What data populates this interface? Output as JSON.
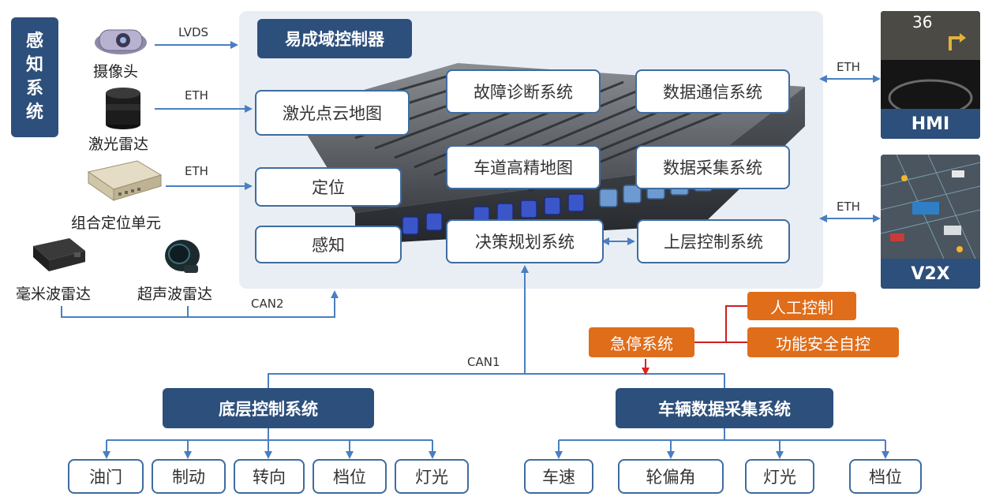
{
  "perception": {
    "title": "感知系统",
    "sensors": {
      "camera": "摄像头",
      "lidar": "激光雷达",
      "gnss": "组合定位单元",
      "mmwave": "毫米波雷达",
      "ultrasonic": "超声波雷达"
    }
  },
  "links": {
    "lvds": "LVDS",
    "eth1": "ETH",
    "eth2": "ETH",
    "can2": "CAN2",
    "can1": "CAN1",
    "eth_hmi": "ETH",
    "eth_v2x": "ETH"
  },
  "controller": {
    "title": "易成域控制器",
    "modules": {
      "fault_diag": "故障诊断系统",
      "data_comm": "数据通信系统",
      "pointcloud_map": "激光点云地图",
      "lane_hd_map": "车道高精地图",
      "data_collect": "数据采集系统",
      "localization": "定位",
      "perception": "感知",
      "planning": "决策规划系统",
      "upper_control": "上层控制系统"
    }
  },
  "outputs": {
    "hmi": "HMI",
    "v2x": "V2X",
    "hmi_speed": "36"
  },
  "safety": {
    "estop": "急停系统",
    "manual": "人工控制",
    "func_safety": "功能安全自控"
  },
  "chassis": {
    "title": "底层控制系统",
    "items": [
      "油门",
      "制动",
      "转向",
      "档位",
      "灯光"
    ]
  },
  "vehicle_data": {
    "title": "车辆数据采集系统",
    "items": [
      "车速",
      "轮偏角",
      "灯光",
      "档位"
    ]
  },
  "colors": {
    "navy": "#2d4f7b",
    "line": "#4a7fbf",
    "orange": "#e06d1a",
    "red_arrow": "#e02020",
    "panel_bg": "#e9eef5"
  }
}
